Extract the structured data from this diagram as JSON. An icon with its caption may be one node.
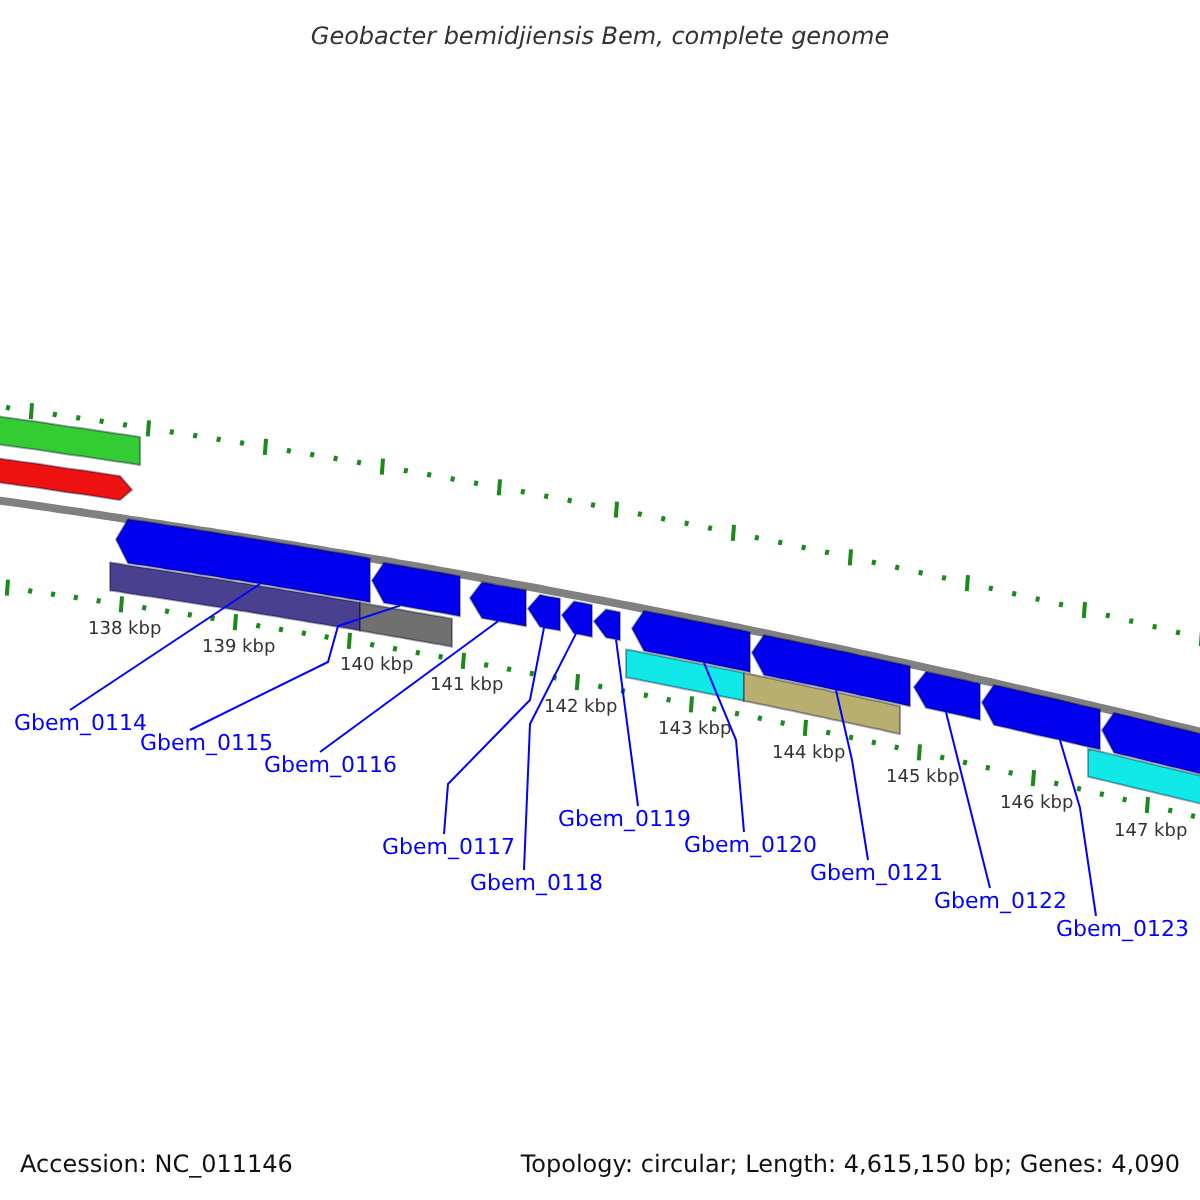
{
  "diagram": {
    "title": "Geobacter bemidjiensis Bem, complete genome",
    "nodes": [
      {
        "text": [
          "Gbem_0114"
        ]
      },
      {
        "text": [
          "Gbem_0115"
        ]
      },
      {
        "text": [
          "Gbem_0116"
        ]
      },
      {
        "text": [
          "Gbem_0117"
        ]
      },
      {
        "text": [
          "Gbem_0118"
        ]
      },
      {
        "text": [
          "Gbem_0119"
        ]
      },
      {
        "text": [
          "Gbem_0120"
        ]
      },
      {
        "text": [
          "Gbem_0121"
        ]
      },
      {
        "text": [
          "Gbem_0122"
        ]
      },
      {
        "text": [
          "Gbem_0123"
        ]
      },
      {
        "text": [],
        "shape": "arrow"
      },
      {
        "text": [],
        "shape": "arrow"
      },
      {
        "text": [],
        "shape": "arrow"
      },
      {
        "text": [],
        "shape": "arrow"
      },
      {
        "text": [],
        "shape": "arrow"
      },
      {
        "text": [],
        "shape": "arrow"
      },
      {
        "text": [],
        "shape": "arrow"
      },
      {
        "text": [],
        "shape": "arrow"
      },
      {
        "text": [],
        "shape": "arrow"
      },
      {
        "text": [],
        "shape": "arrow"
      },
      {
        "text": [],
        "shape": "arrow"
      },
      {
        "text": [],
        "shape": "bar"
      },
      {
        "text": [],
        "shape": "arrow"
      },
      {
        "text": [],
        "shape": "bar"
      },
      {
        "text": [],
        "shape": "bar"
      },
      {
        "text": [],
        "shape": "bar"
      },
      {
        "text": [],
        "shape": "bar"
      },
      {
        "text": [],
        "shape": "bar"
      }
    ],
    "edges": [
      {
        "from": 0,
        "to": 10,
        "arrow": "none"
      },
      {
        "from": 1,
        "to": 11,
        "arrow": "none"
      },
      {
        "from": 2,
        "to": 12,
        "arrow": "none"
      },
      {
        "from": 3,
        "to": 13,
        "arrow": "none"
      },
      {
        "from": 4,
        "to": 14,
        "arrow": "none"
      },
      {
        "from": 5,
        "to": 15,
        "arrow": "none"
      },
      {
        "from": 6,
        "to": 16,
        "arrow": "none"
      },
      {
        "from": 7,
        "to": 17,
        "arrow": "none"
      },
      {
        "from": 8,
        "to": 18,
        "arrow": "none"
      },
      {
        "from": 9,
        "to": 19,
        "arrow": "none"
      }
    ],
    "labels": [
      "138 kbp",
      "139 kbp",
      "140 kbp",
      "141 kbp",
      "142 kbp",
      "143 kbp",
      "144 kbp",
      "145 kbp",
      "146 kbp",
      "147 kbp",
      "Accession: NC_011146",
      "Topology: circular; Length: 4,615,150 bp; Genes: 4,090"
    ]
  }
}
